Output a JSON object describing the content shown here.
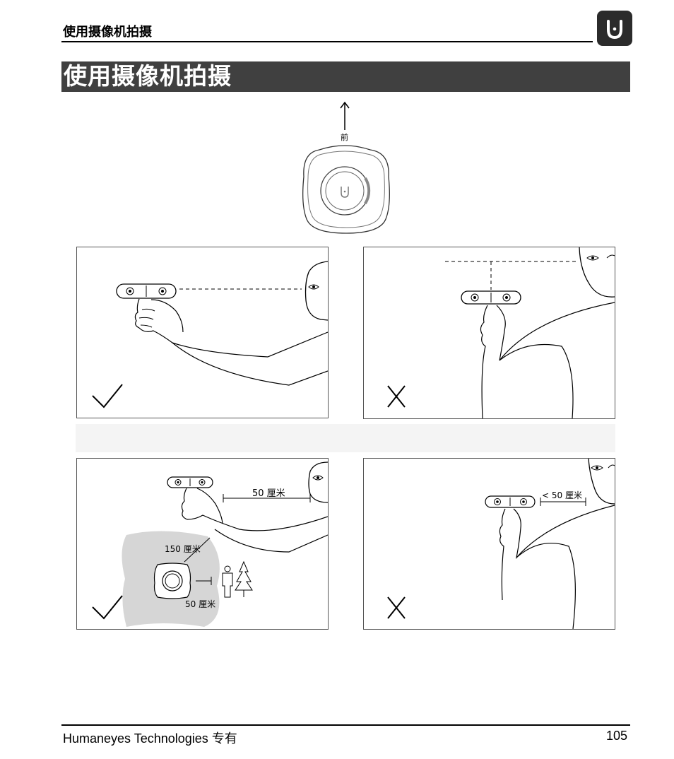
{
  "header": {
    "title": "使用摄像机拍摄",
    "logo_glyph": "U"
  },
  "banner": {
    "title": "使用摄像机拍摄"
  },
  "top_figure": {
    "front_label": "前"
  },
  "panels": {
    "c": {
      "distance_label": "50 厘米",
      "radius_label": "150 厘米",
      "near_label": "50 厘米"
    },
    "d": {
      "distance_label": "< 50 厘米"
    }
  },
  "footer": {
    "left": "Humaneyes Technologies 专有",
    "page_number": "105"
  }
}
